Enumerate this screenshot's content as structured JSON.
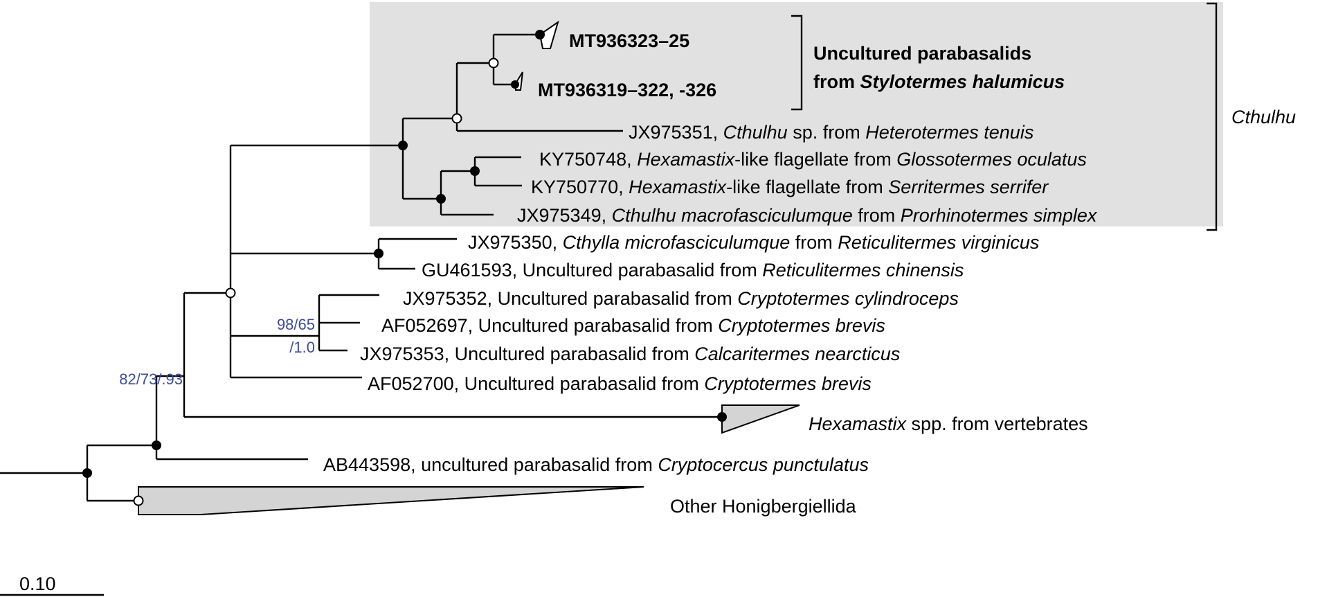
{
  "clades": {
    "highlight_title": "Cthulhu",
    "stylotermes_bracket_line1": "Uncultured parabasalids",
    "stylotermes_bracket_line2_prefix": "from ",
    "stylotermes_bracket_line2_italic": "Stylotermes halumicus"
  },
  "support_values": {
    "node_cryptotermes_top": "98/65",
    "node_cryptotermes_bottom": "/1.0",
    "node_main": "82/73/.93"
  },
  "taxa": {
    "mt936323": "MT936323–25",
    "mt936319": "MT936319–322, -326",
    "jx975351": {
      "acc": "JX975351, ",
      "genus": "Cthulhu",
      "mid": " sp. from ",
      "host": "Heterotermes tenuis"
    },
    "ky750748": {
      "acc": "KY750748, ",
      "genus": "Hexamastix",
      "mid": "-like flagellate from ",
      "host": "Glossotermes oculatus"
    },
    "ky750770": {
      "acc": "KY750770, ",
      "genus": "Hexamastix",
      "mid": "-like flagellate from ",
      "host": "Serritermes serrifer"
    },
    "jx975349": {
      "acc": "JX975349, ",
      "genus": "Cthulhu macrofasciculumque",
      "mid": " from ",
      "host": "Prorhinotermes simplex"
    },
    "jx975350": {
      "acc": "JX975350, ",
      "genus": "Cthylla microfasciculumque",
      "mid": " from ",
      "host": "Reticulitermes virginicus"
    },
    "gu461593": {
      "acc": "GU461593, Uncultured parabasalid from ",
      "host": "Reticulitermes chinensis"
    },
    "jx975352": {
      "acc": "JX975352, Uncultured parabasalid from ",
      "host": "Cryptotermes cylindroceps"
    },
    "af052697": {
      "acc": "AF052697, Uncultured parabasalid from ",
      "host": "Cryptotermes brevis"
    },
    "jx975353": {
      "acc": "JX975353, Uncultured parabasalid from ",
      "host": "Calcaritermes nearcticus"
    },
    "af052700": {
      "acc": "AF052700, Uncultured parabasalid from ",
      "host": "Cryptotermes brevis"
    },
    "hexamastix_vert": {
      "genus": "Hexamastix",
      "rest": " spp. from vertebrates"
    },
    "ab443598": {
      "acc": "AB443598, uncultured parabasalid from ",
      "host": "Cryptocercus punctulatus"
    },
    "other_honig": "Other Honigbergiellida"
  },
  "scale_bar": {
    "label": "0.10"
  }
}
